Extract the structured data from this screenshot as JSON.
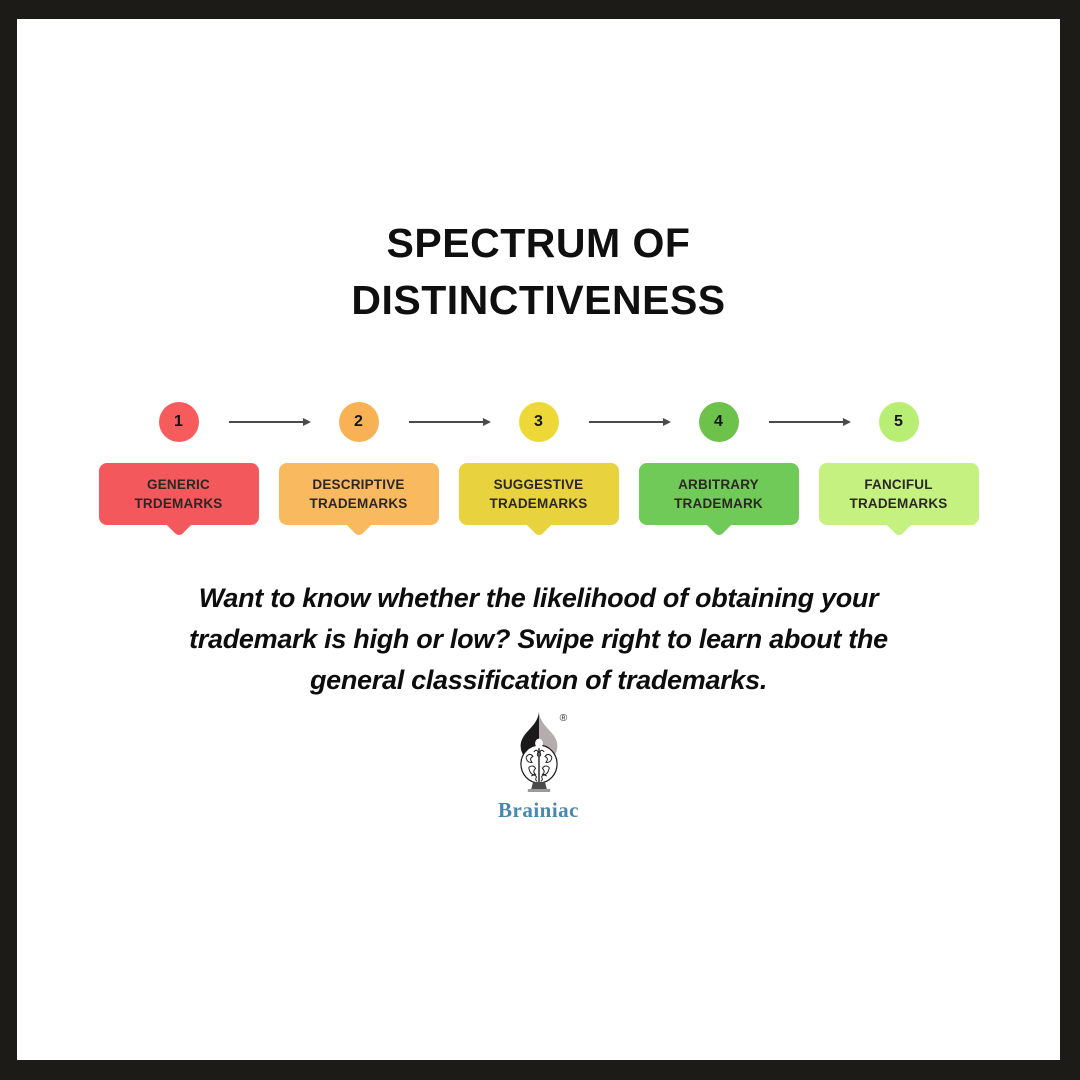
{
  "frame": {
    "background": "#1d1b17",
    "card_background": "#ffffff"
  },
  "title": {
    "lines": [
      "SPECTRUM OF",
      "DISTINCTIVENESS"
    ]
  },
  "spectrum": {
    "arrow_color": "#4a4a4a",
    "label_color": "#2b2724",
    "steps": [
      {
        "number": "1",
        "label": "GENERIC TRDEMARKS",
        "label_lines": [
          "GENERIC",
          "TRDEMARKS"
        ],
        "circle_color": "#f65c5c",
        "box_color": "#f3595c"
      },
      {
        "number": "2",
        "label": "DESCRIPTIVE TRADEMARKS",
        "label_lines": [
          "DESCRIPTIVE",
          "TRADEMARKS"
        ],
        "circle_color": "#f9b155",
        "box_color": "#f9ba5f"
      },
      {
        "number": "3",
        "label": "SUGGESTIVE TRADEMARKS",
        "label_lines": [
          "SUGGESTIVE",
          "TRADEMARKS"
        ],
        "circle_color": "#edd838",
        "box_color": "#e8d23e"
      },
      {
        "number": "4",
        "label": "ARBITRARY TRADEMARK",
        "label_lines": [
          "ARBITRARY",
          "TRADEMARK"
        ],
        "circle_color": "#6cc24a",
        "box_color": "#6fca57"
      },
      {
        "number": "5",
        "label": "FANCIFUL TRADEMARKS",
        "label_lines": [
          "FANCIFUL",
          "TRADEMARKS"
        ],
        "circle_color": "#b9ee74",
        "box_color": "#c5f180"
      }
    ]
  },
  "tagline": {
    "lines": [
      "Want to know whether the likelihood of obtaining your",
      "trademark is high or low? Swipe right  to learn about the",
      "general classification of trademarks."
    ]
  },
  "logo": {
    "registered": "®",
    "brand": "Brainiac",
    "brand_color": "#4987ad"
  }
}
